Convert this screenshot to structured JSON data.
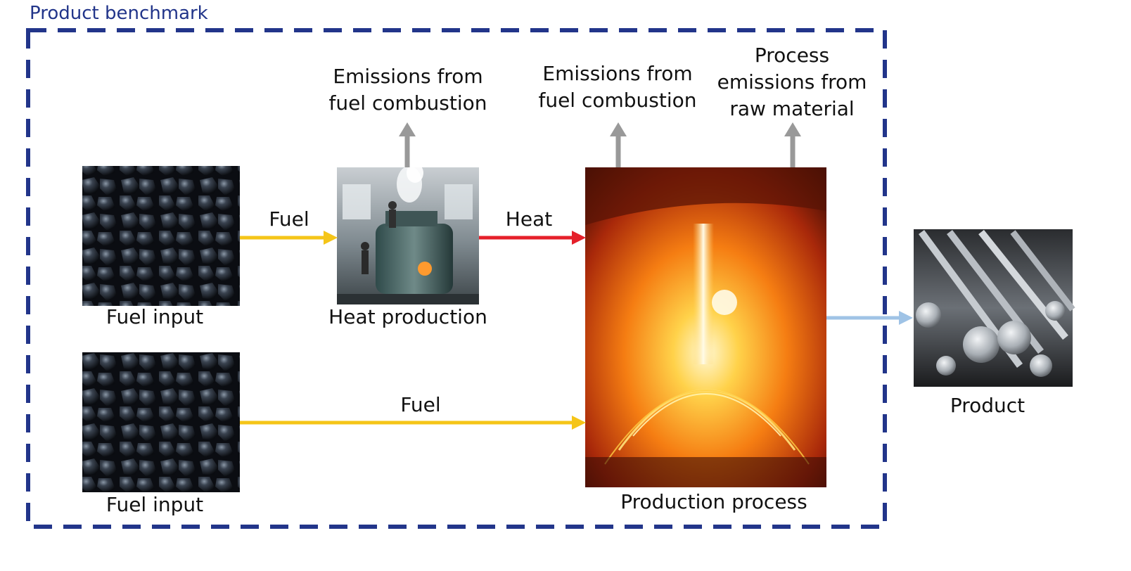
{
  "boundary": {
    "title": "Product benchmark",
    "color": "#22358a"
  },
  "nodes": {
    "fuel_input_top": {
      "label": "Fuel input"
    },
    "fuel_input_bottom": {
      "label": "Fuel input"
    },
    "heat_production": {
      "label": "Heat production"
    },
    "production_process": {
      "label": "Production process"
    },
    "product": {
      "label": "Product"
    }
  },
  "emissions": {
    "heat_production": {
      "line1": "Emissions from",
      "line2": "fuel combustion"
    },
    "process_combustion": {
      "line1": "Emissions from",
      "line2": "fuel combustion"
    },
    "process_raw_material": {
      "line1": "Process",
      "line2": "emissions from",
      "line3": "raw material"
    }
  },
  "flows": {
    "fuel_to_heat": {
      "label": "Fuel",
      "color": "#f5c518"
    },
    "heat_to_process": {
      "label": "Heat",
      "color": "#e5202a"
    },
    "fuel_to_process": {
      "label": "Fuel",
      "color": "#f5c518"
    },
    "process_to_product": {
      "label": "",
      "color": "#9fc3e6"
    },
    "emission_arrow_color": "#999999"
  }
}
